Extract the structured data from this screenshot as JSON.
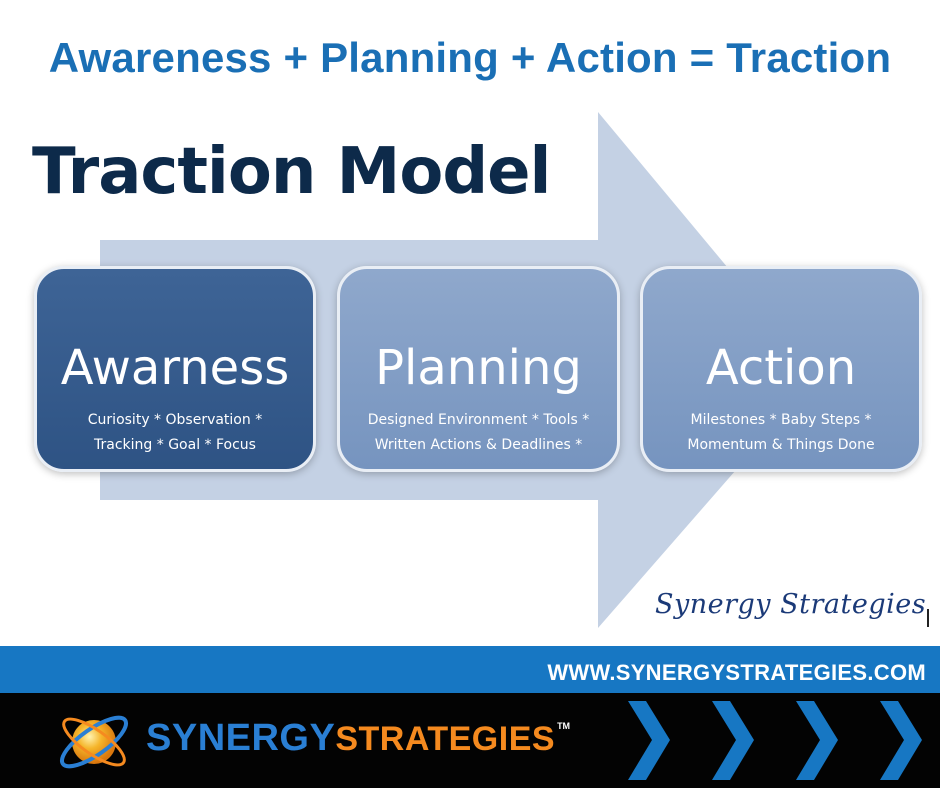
{
  "headline": "Awareness + Planning + Action = Traction",
  "model_title": "Traction Model",
  "stages": [
    {
      "title": "Awarness",
      "line1": "Curiosity * Observation *",
      "line2": "Tracking * Goal * Focus"
    },
    {
      "title": "Planning",
      "line1": "Designed Environment *  Tools *",
      "line2": "Written Actions & Deadlines *"
    },
    {
      "title": "Action",
      "line1": "Milestones * Baby Steps  *",
      "line2": "Momentum & Things Done"
    }
  ],
  "signature": "Synergy Strategies",
  "website": "WWW.SYNERGYSTRATEGIES.COM",
  "brand": {
    "part1": "SYNERGY",
    "part2": "STRATEGIES",
    "trademark": "TM"
  },
  "colors": {
    "headline": "#1a6fb5",
    "title_navy": "#0d2a4a",
    "arrow": "#c4d1e4",
    "awareness_box": "#2e5384",
    "planning_action_box": "#7694bf",
    "url_band": "#1777c3",
    "footer": "#030303",
    "brand_blue": "#2a7fd4",
    "brand_orange": "#f58a1f"
  },
  "icons": [
    "globe-swirl-logo-icon",
    "chevron-right-icon"
  ]
}
